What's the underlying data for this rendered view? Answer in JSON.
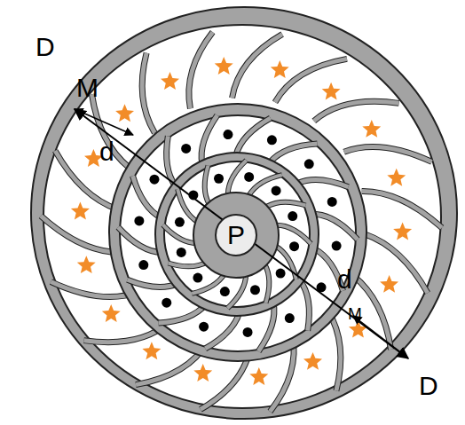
{
  "diagram": {
    "nodes": [
      {
        "text": [
          "P"
        ]
      }
    ],
    "labels": [
      "D",
      "M",
      "d",
      "d",
      "M",
      "D"
    ]
  }
}
